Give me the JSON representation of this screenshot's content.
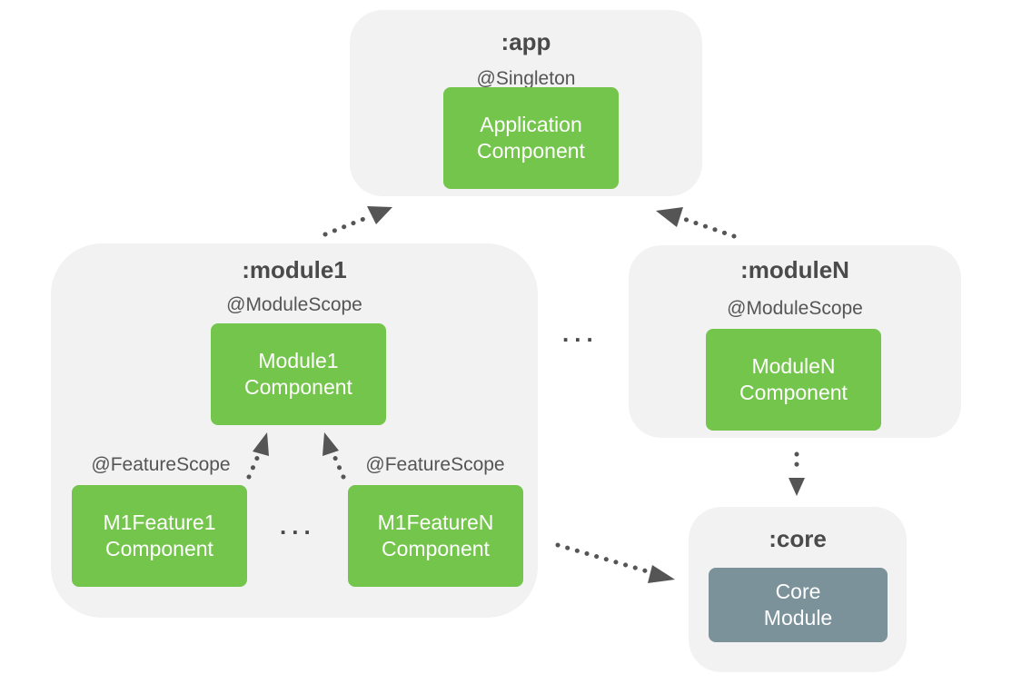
{
  "colors": {
    "container_bg": "#f2f2f2",
    "component_green": "#74c54b",
    "core_module_gray": "#7b929b",
    "text_dark": "#4a4a4a",
    "arrow": "#555555"
  },
  "app": {
    "title": ":app",
    "scope": "@Singleton",
    "component": {
      "line1": "Application",
      "line2": "Component"
    }
  },
  "module1": {
    "title": ":module1",
    "scope": "@ModuleScope",
    "component": {
      "line1": "Module1",
      "line2": "Component"
    },
    "feature1": {
      "scope": "@FeatureScope",
      "component": {
        "line1": "M1Feature1",
        "line2": "Component"
      }
    },
    "featureN": {
      "scope": "@FeatureScope",
      "component": {
        "line1": "M1FeatureN",
        "line2": "Component"
      }
    },
    "ellipsis": "..."
  },
  "moduleN": {
    "title": ":moduleN",
    "scope": "@ModuleScope",
    "component": {
      "line1": "ModuleN",
      "line2": "Component"
    }
  },
  "core": {
    "title": ":core",
    "module": {
      "line1": "Core",
      "line2": "Module"
    }
  },
  "between_modules_ellipsis": "..."
}
